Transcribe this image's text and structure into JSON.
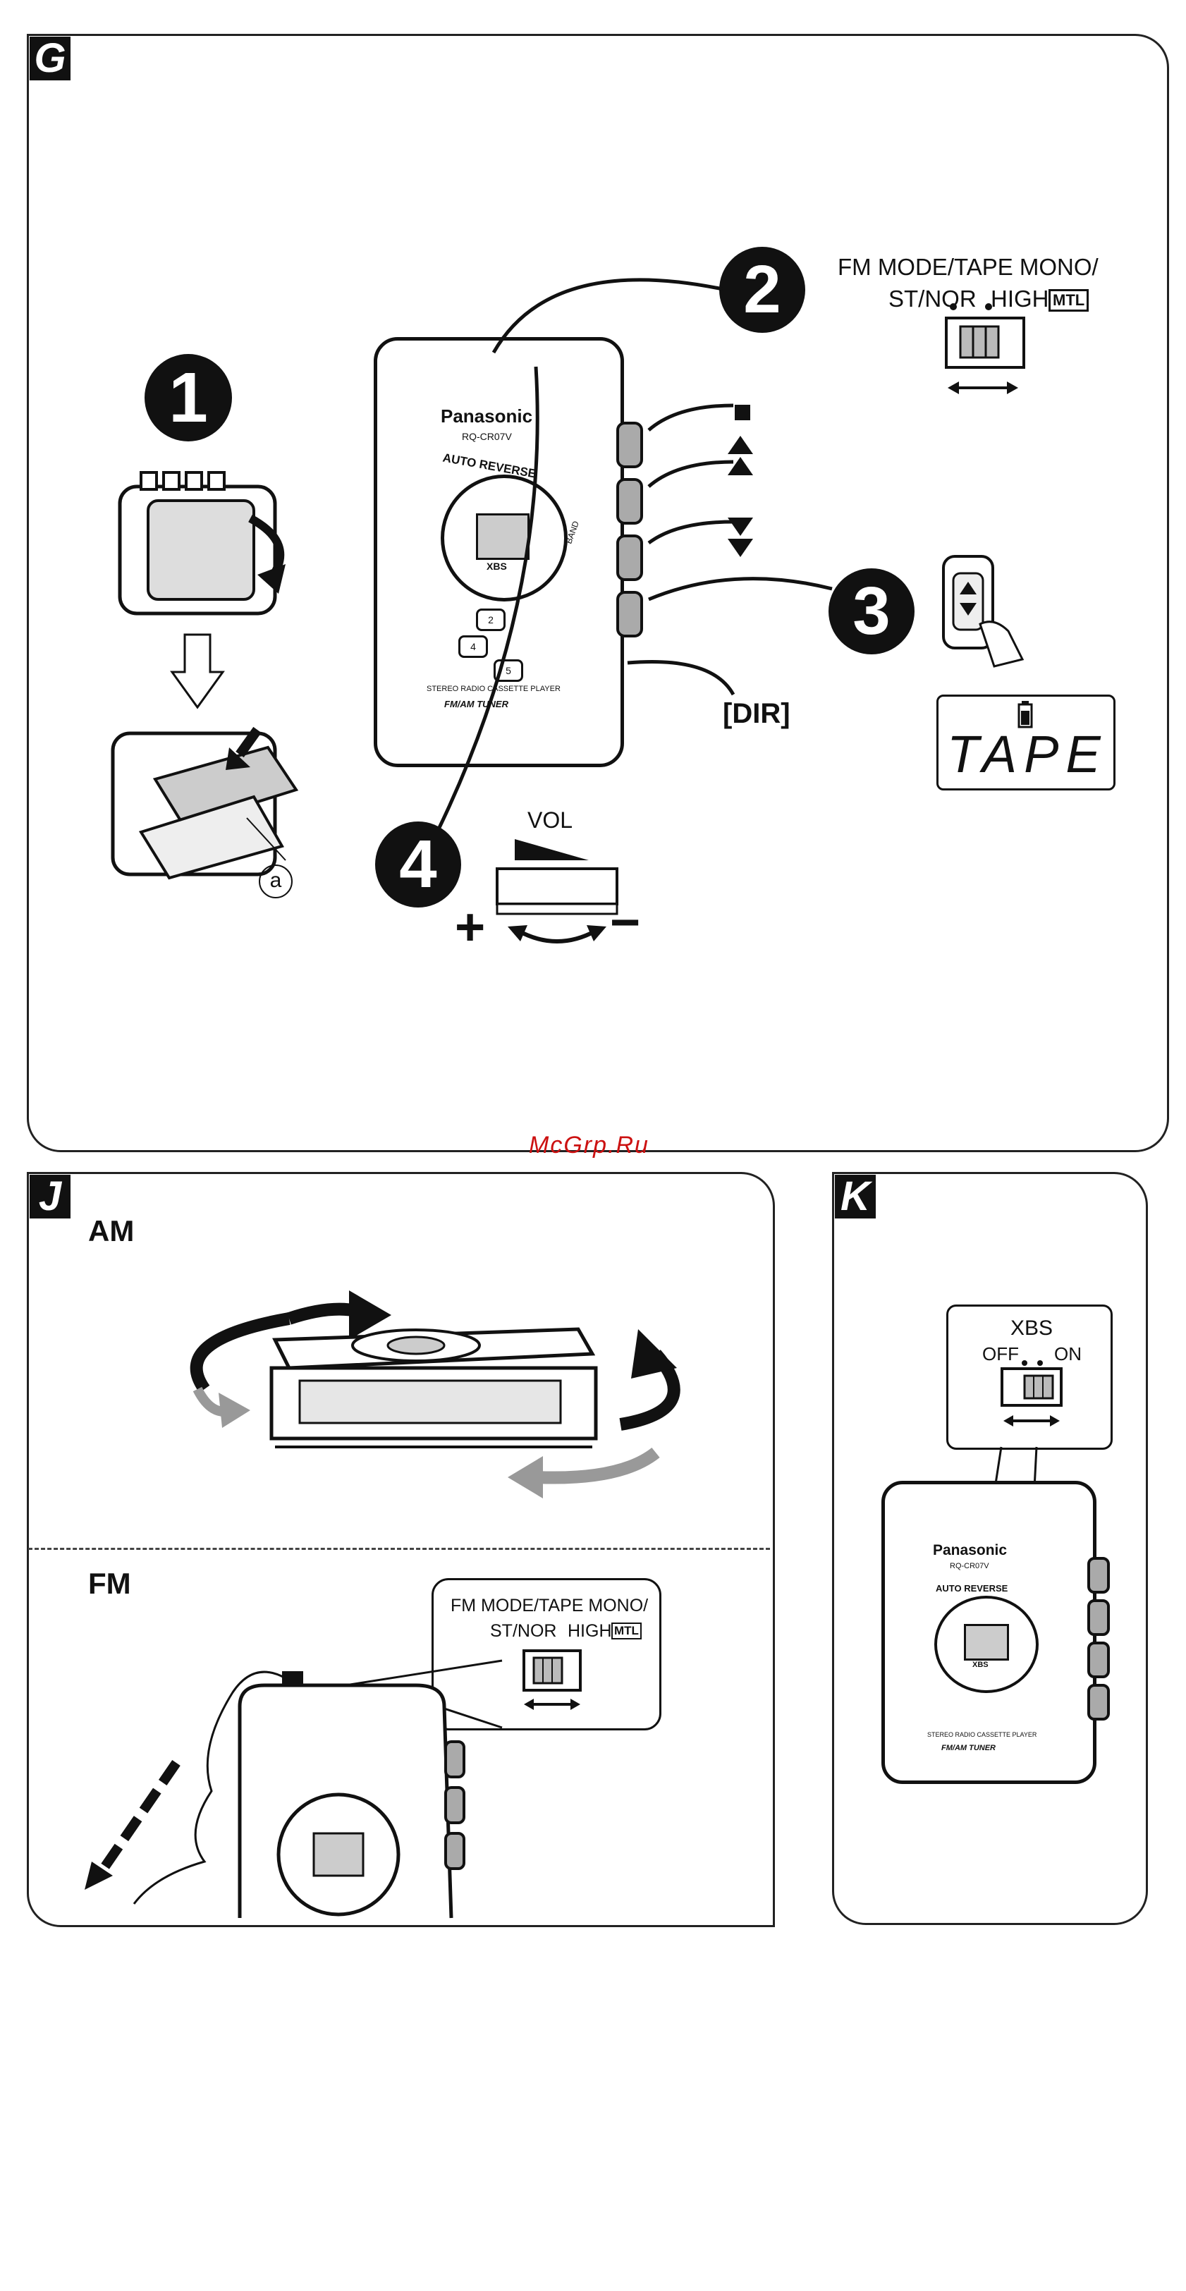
{
  "panel_g": {
    "tag": "G",
    "steps": [
      "1",
      "2",
      "3",
      "4"
    ],
    "callout_a": "a",
    "player": {
      "brand": "Panasonic",
      "model": "RQ-CR07V",
      "auto_reverse": "AUTO REVERSE",
      "xbs": "XBS",
      "band": "BAND",
      "stereo_line": "STEREO RADIO CASSETTE PLAYER",
      "fm_am_line": "FM/AM TUNER",
      "keys": [
        "2",
        "4",
        "5"
      ]
    },
    "mode_switch": {
      "line1": "FM MODE/TAPE MONO/",
      "line2": "ST/NOR",
      "high": "HIGH",
      "mtl": "MTL"
    },
    "dir_label": "[DIR]",
    "display_text": "TAPE",
    "vol_label": "VOL",
    "plus": "+",
    "minus": "−",
    "watermark": "McGrp.Ru"
  },
  "panel_j": {
    "tag": "J",
    "am_label": "AM",
    "fm_label": "FM",
    "mode_switch": {
      "line1": "FM MODE/TAPE MONO/",
      "line2": "ST/NOR",
      "high": "HIGH",
      "mtl": "MTL"
    }
  },
  "panel_k": {
    "tag": "K",
    "xbs_label": "XBS",
    "off_label": "OFF",
    "on_label": "ON",
    "player": {
      "brand": "Panasonic",
      "model": "RQ-CR07V",
      "auto_reverse": "AUTO REVERSE",
      "xbs": "XBS",
      "stereo_line": "STEREO RADIO CASSETTE PLAYER",
      "fm_am_line": "FM/AM TUNER"
    }
  }
}
